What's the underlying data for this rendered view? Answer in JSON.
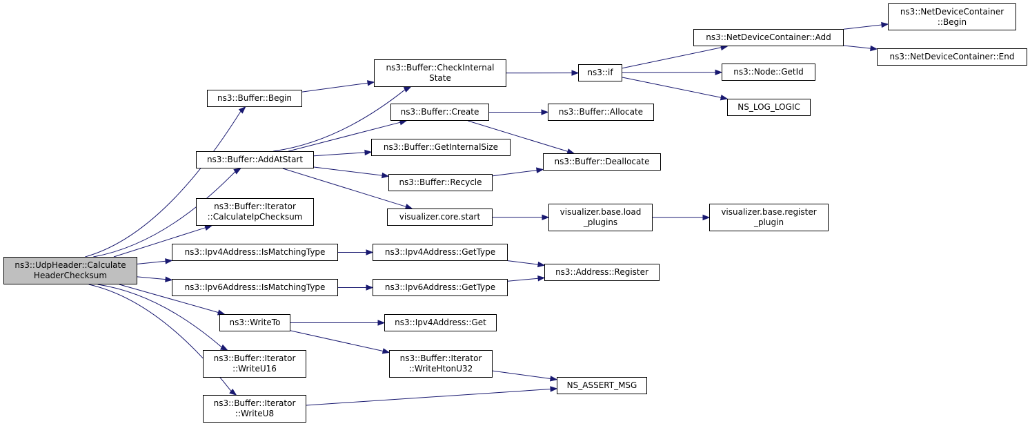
{
  "colors": {
    "edge": "#191970",
    "root_fill": "#bfbfbf",
    "node_fill": "#ffffff",
    "border": "#000000"
  },
  "nodes": {
    "udp_calc": {
      "lines": [
        "ns3::UdpHeader::Calculate",
        "HeaderChecksum"
      ]
    },
    "buf_begin": {
      "lines": [
        "ns3::Buffer::Begin"
      ]
    },
    "buf_check": {
      "lines": [
        "ns3::Buffer::CheckInternal",
        "State"
      ]
    },
    "if": {
      "lines": [
        "ns3::if"
      ]
    },
    "ndc_add": {
      "lines": [
        "ns3::NetDeviceContainer::Add"
      ]
    },
    "ndc_begin": {
      "lines": [
        "ns3::NetDeviceContainer",
        "::Begin"
      ]
    },
    "ndc_end": {
      "lines": [
        "ns3::NetDeviceContainer::End"
      ]
    },
    "node_getid": {
      "lines": [
        "ns3::Node::GetId"
      ]
    },
    "log_logic": {
      "lines": [
        "NS_LOG_LOGIC"
      ]
    },
    "buf_create": {
      "lines": [
        "ns3::Buffer::Create"
      ]
    },
    "buf_alloc": {
      "lines": [
        "ns3::Buffer::Allocate"
      ]
    },
    "buf_addat": {
      "lines": [
        "ns3::Buffer::AddAtStart"
      ]
    },
    "buf_gis": {
      "lines": [
        "ns3::Buffer::GetInternalSize"
      ]
    },
    "buf_dealloc": {
      "lines": [
        "ns3::Buffer::Deallocate"
      ]
    },
    "buf_recycle": {
      "lines": [
        "ns3::Buffer::Recycle"
      ]
    },
    "vis_start": {
      "lines": [
        "visualizer.core.start"
      ]
    },
    "vis_load": {
      "lines": [
        "visualizer.base.load",
        "_plugins"
      ]
    },
    "vis_reg": {
      "lines": [
        "visualizer.base.register",
        "_plugin"
      ]
    },
    "it_calcip": {
      "lines": [
        "ns3::Buffer::Iterator",
        "::CalculateIpChecksum"
      ]
    },
    "ipv4_match": {
      "lines": [
        "ns3::Ipv4Address::IsMatchingType"
      ]
    },
    "ipv4_gettype": {
      "lines": [
        "ns3::Ipv4Address::GetType"
      ]
    },
    "addr_reg": {
      "lines": [
        "ns3::Address::Register"
      ]
    },
    "ipv6_match": {
      "lines": [
        "ns3::Ipv6Address::IsMatchingType"
      ]
    },
    "ipv6_gettype": {
      "lines": [
        "ns3::Ipv6Address::GetType"
      ]
    },
    "writeto": {
      "lines": [
        "ns3::WriteTo"
      ]
    },
    "ipv4_get": {
      "lines": [
        "ns3::Ipv4Address::Get"
      ]
    },
    "it_u16": {
      "lines": [
        "ns3::Buffer::Iterator",
        "::WriteU16"
      ]
    },
    "it_hton": {
      "lines": [
        "ns3::Buffer::Iterator",
        "::WriteHtonU32"
      ]
    },
    "assert_msg": {
      "lines": [
        "NS_ASSERT_MSG"
      ]
    },
    "it_u8": {
      "lines": [
        "ns3::Buffer::Iterator",
        "::WriteU8"
      ]
    }
  },
  "edges": [
    [
      "udp_calc",
      "buf_begin"
    ],
    [
      "udp_calc",
      "buf_addat"
    ],
    [
      "udp_calc",
      "it_calcip"
    ],
    [
      "udp_calc",
      "ipv4_match"
    ],
    [
      "udp_calc",
      "ipv6_match"
    ],
    [
      "udp_calc",
      "writeto"
    ],
    [
      "udp_calc",
      "it_u16"
    ],
    [
      "udp_calc",
      "it_u8"
    ],
    [
      "buf_begin",
      "buf_check"
    ],
    [
      "buf_check",
      "if"
    ],
    [
      "if",
      "ndc_add"
    ],
    [
      "if",
      "node_getid"
    ],
    [
      "if",
      "log_logic"
    ],
    [
      "ndc_add",
      "ndc_begin"
    ],
    [
      "ndc_add",
      "ndc_end"
    ],
    [
      "buf_addat",
      "buf_check"
    ],
    [
      "buf_addat",
      "buf_create"
    ],
    [
      "buf_addat",
      "buf_gis"
    ],
    [
      "buf_addat",
      "buf_recycle"
    ],
    [
      "buf_addat",
      "vis_start"
    ],
    [
      "buf_create",
      "buf_alloc"
    ],
    [
      "buf_create",
      "buf_dealloc"
    ],
    [
      "buf_recycle",
      "buf_dealloc"
    ],
    [
      "vis_start",
      "vis_load"
    ],
    [
      "vis_load",
      "vis_reg"
    ],
    [
      "ipv4_match",
      "ipv4_gettype"
    ],
    [
      "ipv4_gettype",
      "addr_reg"
    ],
    [
      "ipv6_match",
      "ipv6_gettype"
    ],
    [
      "ipv6_gettype",
      "addr_reg"
    ],
    [
      "writeto",
      "ipv4_get"
    ],
    [
      "writeto",
      "it_hton"
    ],
    [
      "it_hton",
      "assert_msg"
    ],
    [
      "it_u8",
      "assert_msg"
    ]
  ]
}
